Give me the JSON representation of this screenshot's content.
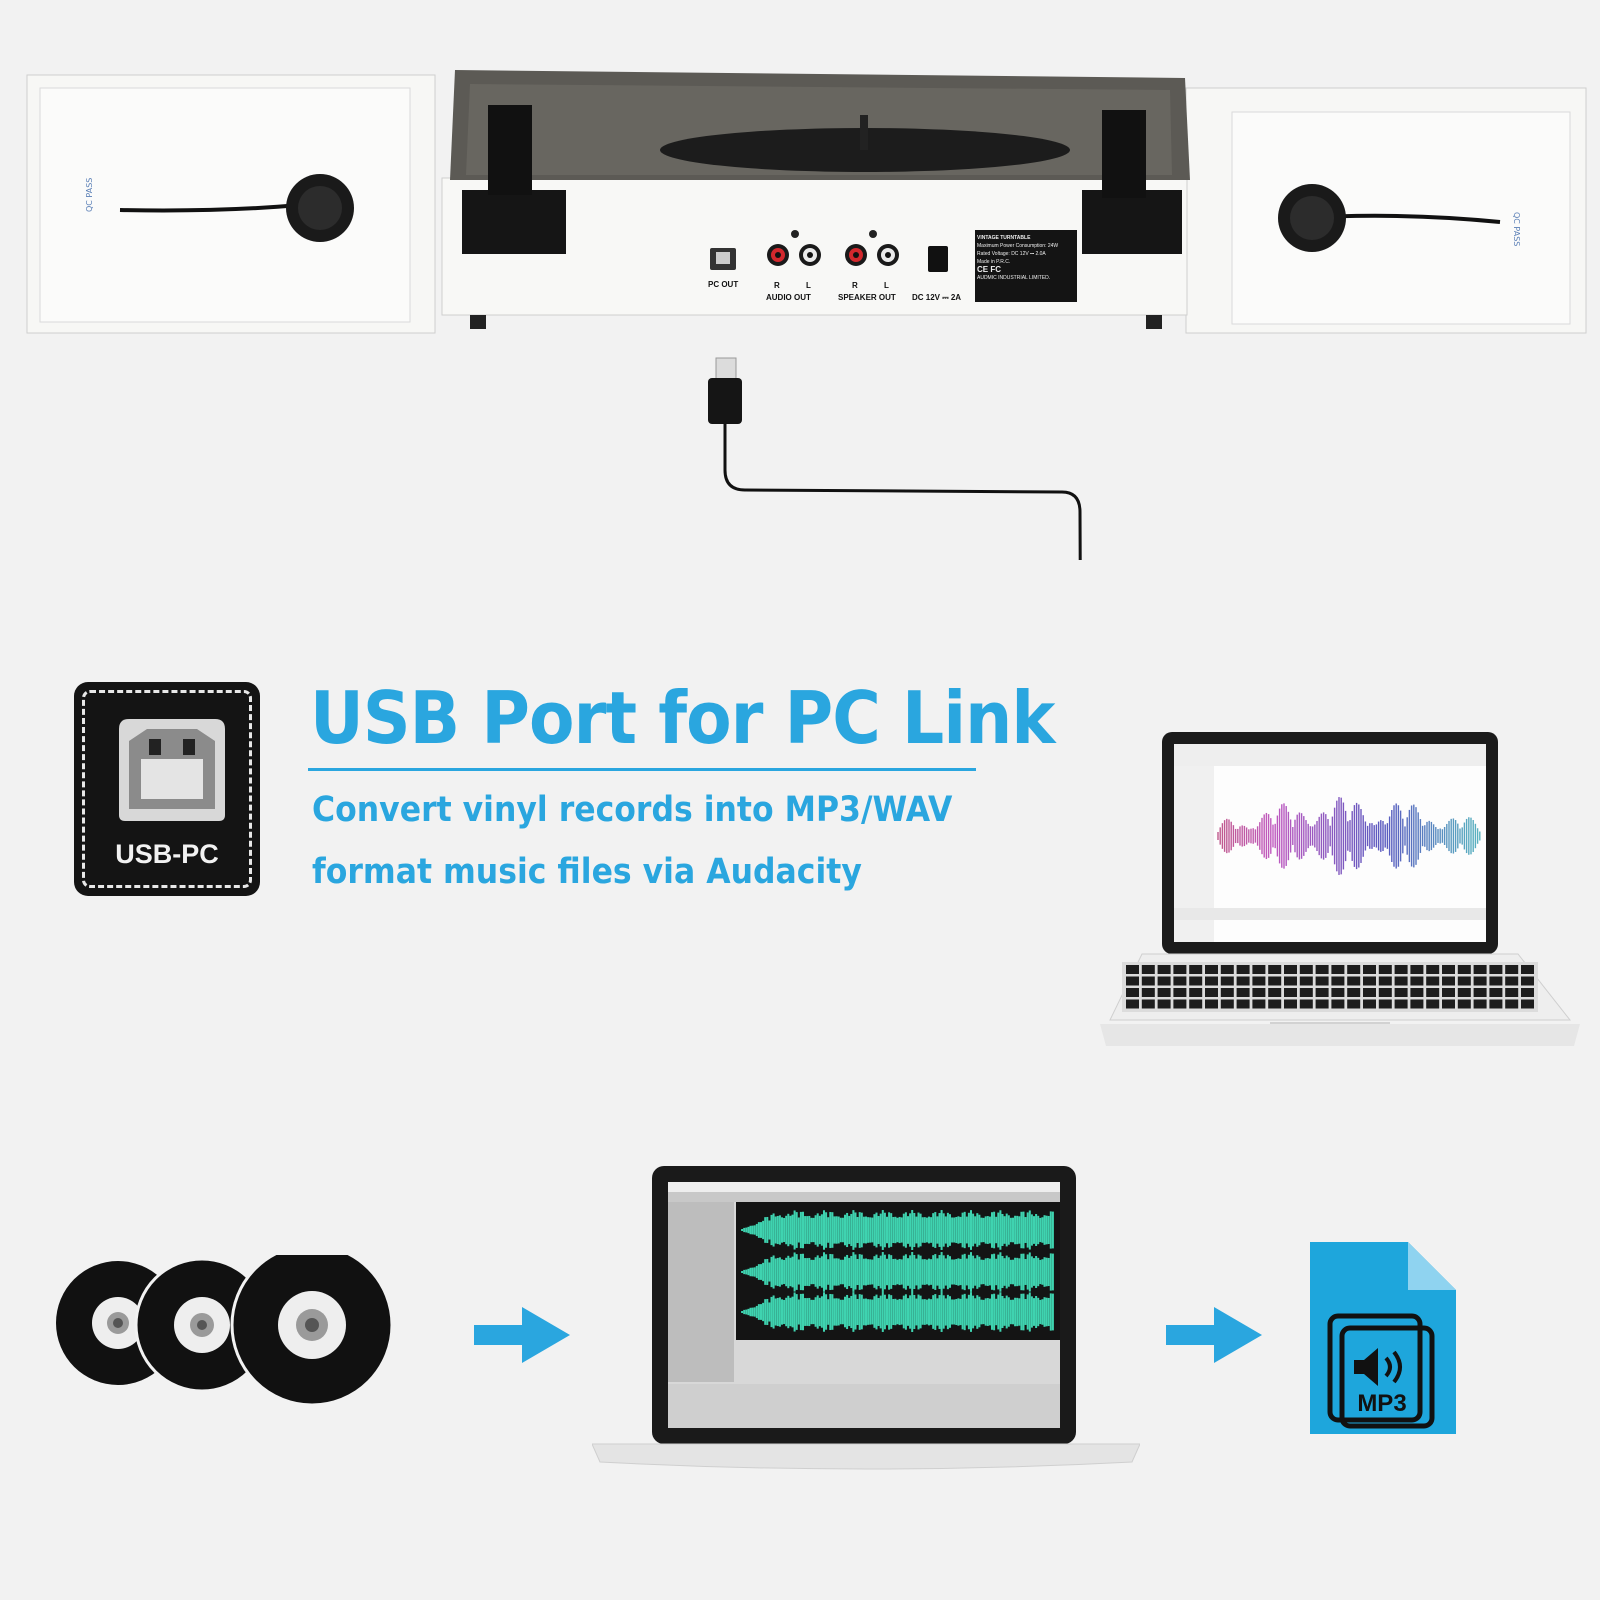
{
  "headline": "USB Port for PC Link",
  "subline_1": "Convert vinyl records into MP3/WAV",
  "subline_2": "format music files via Audacity",
  "usb_badge_label": "USB-PC",
  "turntable_labels": {
    "pc_out": "PC OUT",
    "audio_out": "AUDIO OUT",
    "speaker_out": "SPEAKER OUT",
    "dc_in": "DC 12V ⎓ 2A",
    "r": "R",
    "l": "L",
    "rating_title": "VINTAGE TURNTABLE",
    "rating_power": "Maximum Power Consumption: 24W",
    "rating_voltage": "Rated Voltage: DC 12V ⎓ 2.0A",
    "rating_origin": "Made in P.R.C.",
    "rating_marks": "CE FC",
    "rating_maker": "AUDMIC INDUSTRIAL LIMITED."
  },
  "mp3_icon_label": "MP3",
  "colors": {
    "accent": "#2aa6df",
    "background": "#f2f2f2",
    "badge": "#141414",
    "wave_teal": "#3fd3b0"
  },
  "icons": [
    "usb-b-port-icon",
    "vinyl-record-icon",
    "arrow-right-icon",
    "mp3-file-icon",
    "speaker-icon"
  ]
}
